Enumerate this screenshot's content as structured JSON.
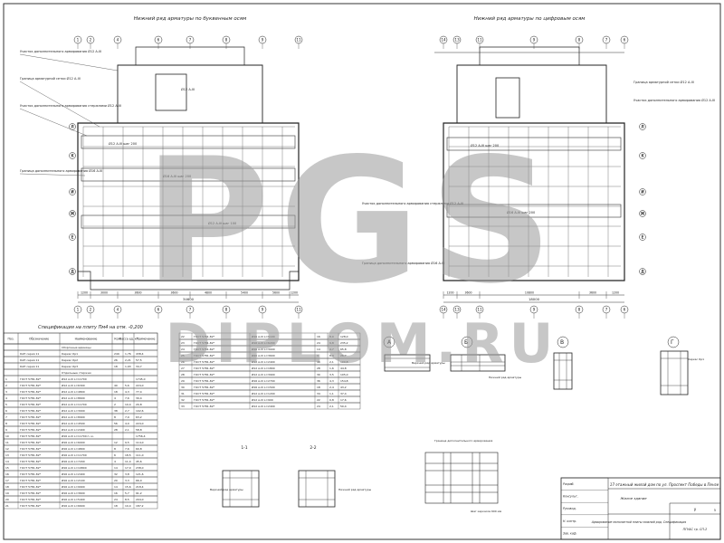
{
  "drawing": {
    "plan_left_title": "Нижний ряд арматуры по буквенным осям",
    "plan_right_title": "Нижний ряд арматуры по цифровым осям",
    "axes_top": [
      "1",
      "2",
      "4",
      "6",
      "7",
      "8",
      "9",
      "11",
      "13",
      "14"
    ],
    "axes_side": [
      "Л",
      "К",
      "И",
      "Ж",
      "Е",
      "Д",
      "Г",
      "В",
      "Б",
      "А"
    ],
    "dims_left": [
      "1200",
      "3000",
      "3600",
      "3600",
      "4800",
      "5400",
      "5600",
      "1200"
    ],
    "dims_right": [
      "1200",
      "3600",
      "10800",
      "3600",
      "1200"
    ],
    "total_dim": "34600",
    "total_dim_right": "18000",
    "rebar_labels": [
      "Ø12 А-III шаг 200",
      "Ø16 А-III шаг 200",
      "Ø12 А-III шаг 100",
      "Ø12 А-III"
    ],
    "notes_left": [
      "Участок дополнительного армирования Ø12 А-III",
      "Граница арматурной сетки Ø12 А-III",
      "Участок дополнительного армирования стержнями Ø12 А-III",
      "Граница дополнительного армирования Ø16 А-III"
    ]
  },
  "spec": {
    "title": "Спецификация на плиту Пм4 на отм. -0,200",
    "columns": [
      "Поз.",
      "Обозначение",
      "Наименование",
      "Кол.",
      "Масса ед. кг",
      "Примечание"
    ],
    "rows_left": [
      [
        "",
        "",
        "Сборочные единицы",
        "",
        "",
        ""
      ],
      [
        "",
        "КАП серия 11",
        "Каркас Кр1",
        "249",
        "1,76",
        "438,4"
      ],
      [
        "",
        "КАП серия 11",
        "Каркас Кр2",
        "26",
        "2,21",
        "57,5"
      ],
      [
        "",
        "КАП серия 11",
        "Каркас Кр3",
        "18",
        "1,93",
        "34,7"
      ],
      [
        "",
        "",
        "Отдельные стержни",
        "",
        "",
        ""
      ],
      [
        "1",
        "ГОСТ 5781-82*",
        "Ø12 А-III L=11700",
        "",
        "",
        "1745,0"
      ],
      [
        "2",
        "ГОСТ 5781-82*",
        "Ø12 А-III L=6300",
        "40",
        "5,6",
        "224,0"
      ],
      [
        "3",
        "ГОСТ 5781-82*",
        "Ø12 А-III L=4800",
        "18",
        "4,3",
        "77,4"
      ],
      [
        "4",
        "ГОСТ 5781-82*",
        "Ø12 А-III L=8600",
        "4",
        "7,6",
        "30,4"
      ],
      [
        "5",
        "ГОСТ 5781-82*",
        "Ø12 А-III L=11700",
        "2",
        "10,4",
        "20,8"
      ],
      [
        "6",
        "ГОСТ 5781-82*",
        "Ø12 А-III L=3000",
        "38",
        "2,7",
        "102,6"
      ],
      [
        "7",
        "ГОСТ 5781-82*",
        "Ø12 А-III L=8900",
        "8",
        "7,9",
        "63,2"
      ],
      [
        "8",
        "ГОСТ 5781-82*",
        "Ø12 А-III L=4500",
        "56",
        "4,0",
        "224,0"
      ],
      [
        "9",
        "ГОСТ 5781-82*",
        "Ø12 А-III L=2400",
        "28",
        "2,1",
        "58,8"
      ],
      [
        "10",
        "ГОСТ 5781-82*",
        "Ø16 А-III L=11700 п. м.",
        "",
        "",
        "1756,4"
      ],
      [
        "11",
        "ГОСТ 5781-82*",
        "Ø16 А-III L=6000",
        "12",
        "9,5",
        "114,0"
      ],
      [
        "12",
        "ГОСТ 5781-82*",
        "Ø16 А-III L=4800",
        "8",
        "7,6",
        "60,8"
      ],
      [
        "13",
        "ГОСТ 5781-82*",
        "Ø16 А-III L=11700",
        "6",
        "18,5",
        "111,0"
      ],
      [
        "14",
        "ГОСТ 5781-82*",
        "Ø16 А-III L=7200",
        "4",
        "11,4",
        "45,6"
      ],
      [
        "15",
        "ГОСТ 5781-82*",
        "Ø16 А-III L=10800",
        "14",
        "17,0",
        "238,0"
      ],
      [
        "16",
        "ГОСТ 5781-82*",
        "Ø16 А-III L=2400",
        "32",
        "3,8",
        "121,6"
      ],
      [
        "17",
        "ГОСТ 5781-82*",
        "Ø16 А-III L=2100",
        "20",
        "3,3",
        "66,0"
      ],
      [
        "18",
        "ГОСТ 5781-82*",
        "Ø16 А-III L=9900",
        "14",
        "15,6",
        "218,4"
      ],
      [
        "19",
        "ГОСТ 5781-82*",
        "Ø16 А-III L=3600",
        "16",
        "5,7",
        "91,2"
      ],
      [
        "20",
        "ГОСТ 5781-82*",
        "Ø16 А-III L=5400",
        "24",
        "8,5",
        "204,0"
      ],
      [
        "21",
        "ГОСТ 5781-82*",
        "Ø16 А-III L=6600",
        "18",
        "10,4",
        "187,2"
      ]
    ],
    "rows_right": [
      [
        "22",
        "ГОСТ 5781-82*",
        "Ø16 А-III L=5100",
        "16",
        "8,0",
        "128,0"
      ],
      [
        "23",
        "ГОСТ 5781-82*",
        "Ø16 А-III L=6200",
        "24",
        "9,8",
        "235,2"
      ],
      [
        "24",
        "ГОСТ 5781-82*",
        "Ø16 А-III L=3000",
        "14",
        "4,7",
        "65,8"
      ],
      [
        "25",
        "ГОСТ 5781-82*",
        "Ø20 А-III L=3600",
        "3",
        "8,9",
        "26,7"
      ],
      [
        "26",
        "ГОСТ 5781-82*",
        "Ø12 А-III L=2400",
        "48",
        "2,1",
        "100,8"
      ],
      [
        "27",
        "ГОСТ 5781-82*",
        "Ø12 А-III L=1800",
        "28",
        "1,6",
        "44,8"
      ],
      [
        "28",
        "ГОСТ 5781-82*",
        "Ø12 А-III L=3900",
        "30",
        "3,5",
        "105,0"
      ],
      [
        "29",
        "ГОСТ 5781-82*",
        "Ø16 А-III L=2700",
        "36",
        "4,3",
        "154,8"
      ],
      [
        "30",
        "ГОСТ 5781-82*",
        "Ø16 А-III L=1500",
        "18",
        "2,4",
        "43,2"
      ],
      [
        "31",
        "ГОСТ 5781-82*",
        "Ø12 А-III L=1200",
        "34",
        "1,1",
        "37,4"
      ],
      [
        "32",
        "ГОСТ 5781-82*",
        "Ø12 А-III L=900",
        "22",
        "0,8",
        "17,6"
      ],
      [
        "33",
        "ГОСТ 5781-82*",
        "Ø12 А-III L=2400",
        "24",
        "2,1",
        "50,4"
      ]
    ]
  },
  "details": {
    "nodes": [
      "А",
      "Б",
      "В",
      "Г"
    ],
    "sections": [
      "1-1",
      "2-2"
    ],
    "notes": [
      "Верхний ряд арматуры",
      "Нижний ряд арматуры",
      "Каркас Кр1",
      "Шаг каркасов 600 мм",
      "Граница дополнительного армирования"
    ]
  },
  "title_block": {
    "project": "17-этажный жилой дом по ул. Проспект Победы в Пензе",
    "sheet_name": "Армирование монолитной плиты нижний ряд. Спецификация",
    "stage_label": "Жилое здание",
    "stage": "У",
    "code": "ПГУАС гр. СП-2",
    "sheet_no": "5",
    "rows": [
      "Разраб.",
      "Консульт.",
      "Руковод.",
      "Н. контр.",
      "Зав. каф."
    ]
  },
  "watermark": {
    "line1": "PGS",
    "line2": "DIPLOM.RU"
  }
}
